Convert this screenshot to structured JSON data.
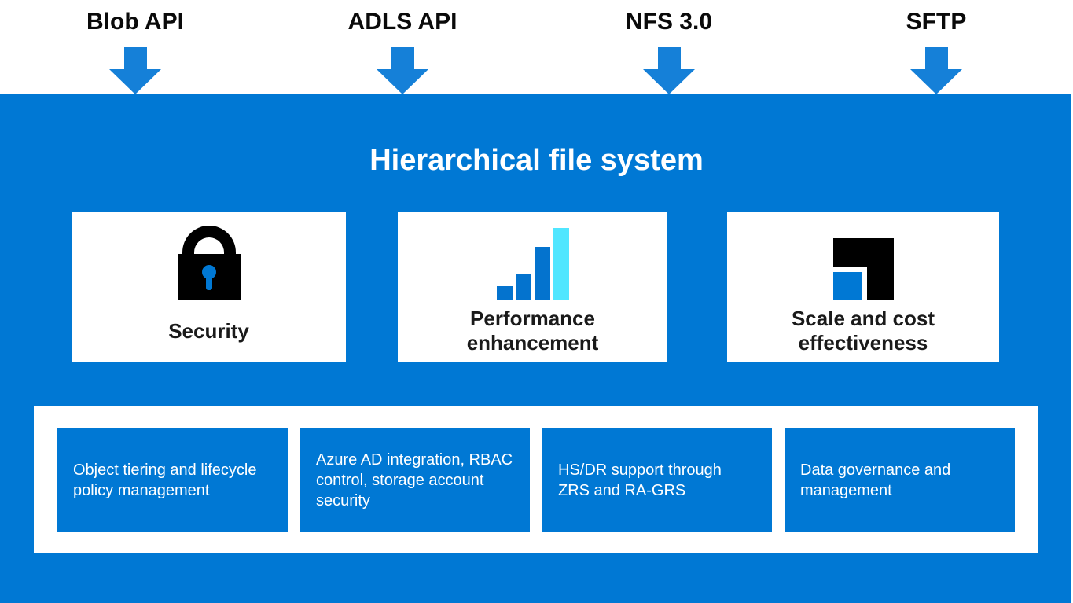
{
  "colors": {
    "azure_blue": "#0078D4",
    "arrow_blue": "#1580D8",
    "bar_blue": "#0473CE",
    "light_cyan": "#50E6FF",
    "icon_black": "#000000",
    "card_white": "#FFFFFF",
    "text_black": "#0A0A0A"
  },
  "apis": [
    {
      "label": "Blob API",
      "icon": "down-arrow-icon"
    },
    {
      "label": "ADLS API",
      "icon": "down-arrow-icon"
    },
    {
      "label": "NFS 3.0",
      "icon": "down-arrow-icon"
    },
    {
      "label": "SFTP",
      "icon": "down-arrow-icon"
    }
  ],
  "panel": {
    "title": "Hierarchical file system"
  },
  "features": [
    {
      "label": "Security",
      "icon": "lock-icon"
    },
    {
      "label": "Performance enhancement",
      "icon": "bar-chart-icon"
    },
    {
      "label": "Scale and cost effectiveness",
      "icon": "squares-icon"
    }
  ],
  "capabilities": [
    {
      "label": "Object tiering and lifecycle policy management"
    },
    {
      "label": "Azure AD integration, RBAC control, storage account security"
    },
    {
      "label": "HS/DR support through ZRS and RA-GRS"
    },
    {
      "label": "Data governance and management"
    }
  ]
}
